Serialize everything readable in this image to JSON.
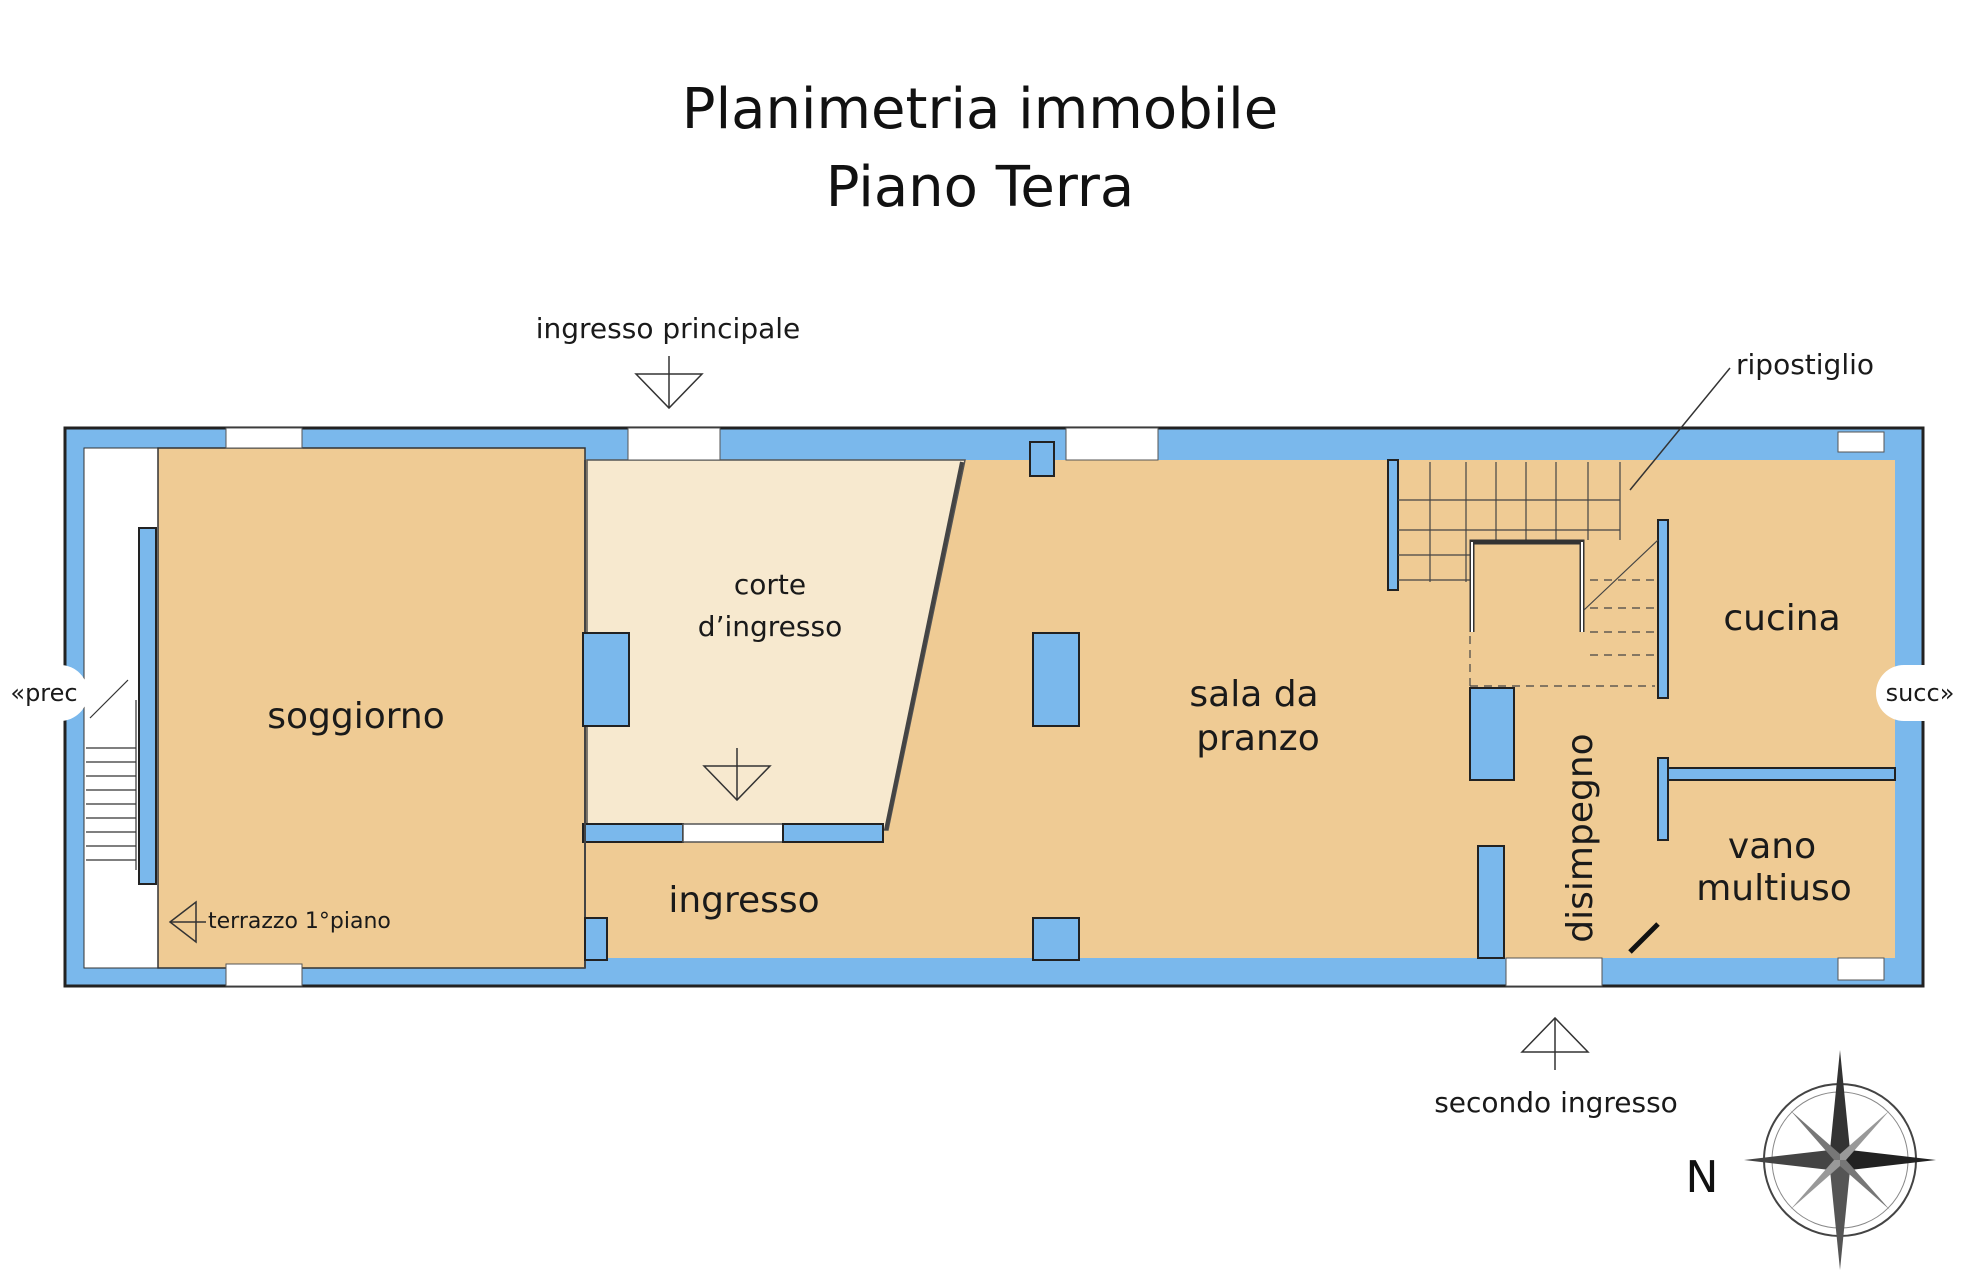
{
  "title": {
    "line1": "Planimetria immobile",
    "line2": "Piano Terra"
  },
  "nav": {
    "prev_label": "«prec",
    "next_label": "succ»"
  },
  "rooms": {
    "soggiorno": "soggiorno",
    "corte_line1": "corte",
    "corte_line2": "d’ingresso",
    "sala_line1": "sala da",
    "sala_line2": "pranzo",
    "cucina": "cucina",
    "vano_line1": "vano",
    "vano_line2": "multiuso",
    "ingresso": "ingresso",
    "disimpegno": "disimpegno"
  },
  "annotations": {
    "ingresso_principale": "ingresso principale",
    "secondo_ingresso": "secondo ingresso",
    "ripostiglio": "ripostiglio",
    "terrazzo": "terrazzo 1°piano"
  },
  "compass": {
    "north_label": "N",
    "icon": "compass-rose-icon"
  },
  "colors": {
    "wall": "#7ab8ec",
    "wall_outline": "#222222",
    "room_fill": "#efcb94",
    "court_fill": "#f7e9cf",
    "opening": "#ffffff"
  }
}
